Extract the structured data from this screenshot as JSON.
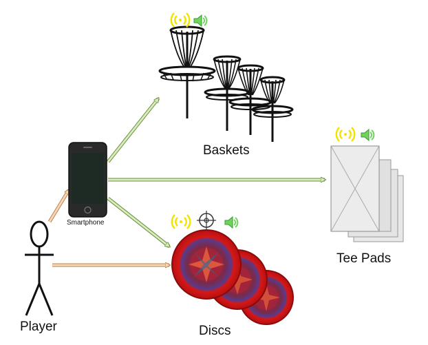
{
  "labels": {
    "baskets": "Baskets",
    "tee_pads": "Tee Pads",
    "discs": "Discs",
    "player": "Player",
    "smartphone": "Smartphone"
  },
  "colors": {
    "wireless_yellow": "#f2e300",
    "speaker_green": "#6fd35e",
    "arrow_green_fill": "#d9ecc0",
    "arrow_green_stroke": "#6a8f3c",
    "arrow_orange_fill": "#f7d6b5",
    "arrow_orange_stroke": "#b78250",
    "disc_red": "#cc1a1a",
    "basket_black": "#111111",
    "teepad_gray": "#d8d8d8"
  },
  "icons": [
    "wireless-icon",
    "speaker-icon",
    "crosshair-icon",
    "basket-icon",
    "disc-icon",
    "tee-pad-icon",
    "smartphone-icon",
    "stick-figure-icon"
  ]
}
